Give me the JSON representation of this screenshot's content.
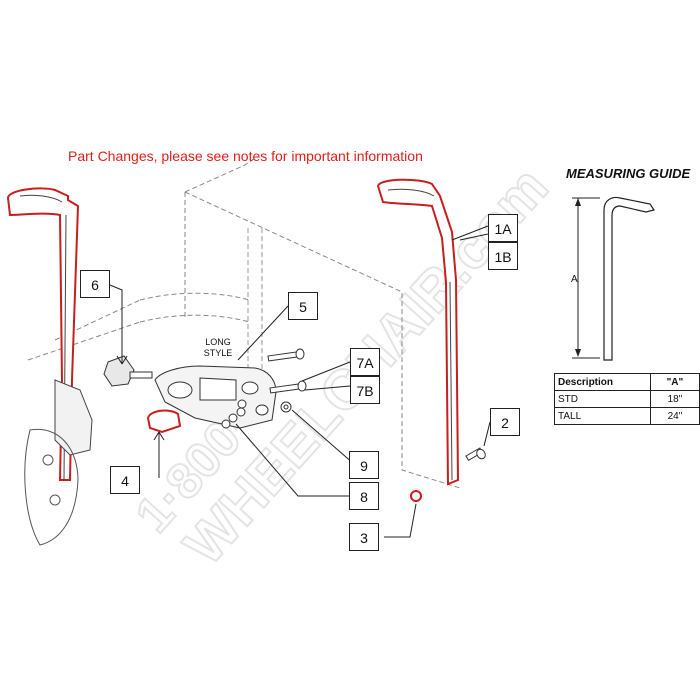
{
  "notice": "Part Changes, please see notes for important information",
  "measuring_guide": {
    "title": "MEASURING GUIDE",
    "dimension_label": "A",
    "table": {
      "headers": [
        "Description",
        "\"A\""
      ],
      "rows": [
        [
          "STD",
          "18\""
        ],
        [
          "TALL",
          "24\""
        ]
      ]
    }
  },
  "style_label": [
    "LONG",
    "STYLE"
  ],
  "callouts": {
    "c1a": "1A",
    "c1b": "1B",
    "c2": "2",
    "c3": "3",
    "c4": "4",
    "c5": "5",
    "c6": "6",
    "c7a": "7A",
    "c7b": "7B",
    "c8": "8",
    "c9": "9"
  },
  "watermark": "1-800-WHEELCHAIR.com",
  "colors": {
    "notice_text": "#e0201a",
    "part_outline": "#c81e1e",
    "line": "#222222",
    "watermark": "#d9d9d9"
  }
}
